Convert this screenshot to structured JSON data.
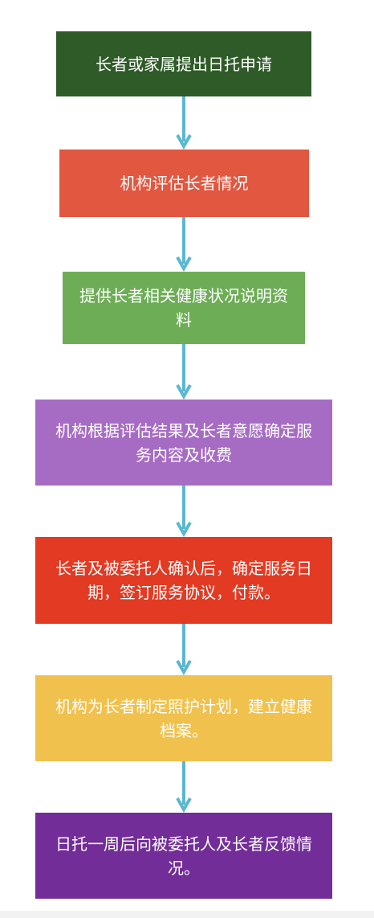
{
  "flowchart": {
    "arrow_color": "#5bb7cf",
    "steps": [
      {
        "text": "长者或家属提出日托申请",
        "color": "#2e5b27"
      },
      {
        "text": "机构评估长者情况",
        "color": "#e15740"
      },
      {
        "text": "提供长者相关健康状况说明资料",
        "color": "#6cad55"
      },
      {
        "text": "机构根据评估结果及长者意愿确定服务内容及收费",
        "color": "#a66cc4"
      },
      {
        "text": "长者及被委托人确认后，确定服务日期，签订服务协议，付款。",
        "color": "#e23a23"
      },
      {
        "text": "机构为长者制定照护计划，建立健康档案。",
        "color": "#f1c14d"
      },
      {
        "text": "日托一周后向被委托人及长者反馈情况。",
        "color": "#722d98"
      }
    ]
  }
}
